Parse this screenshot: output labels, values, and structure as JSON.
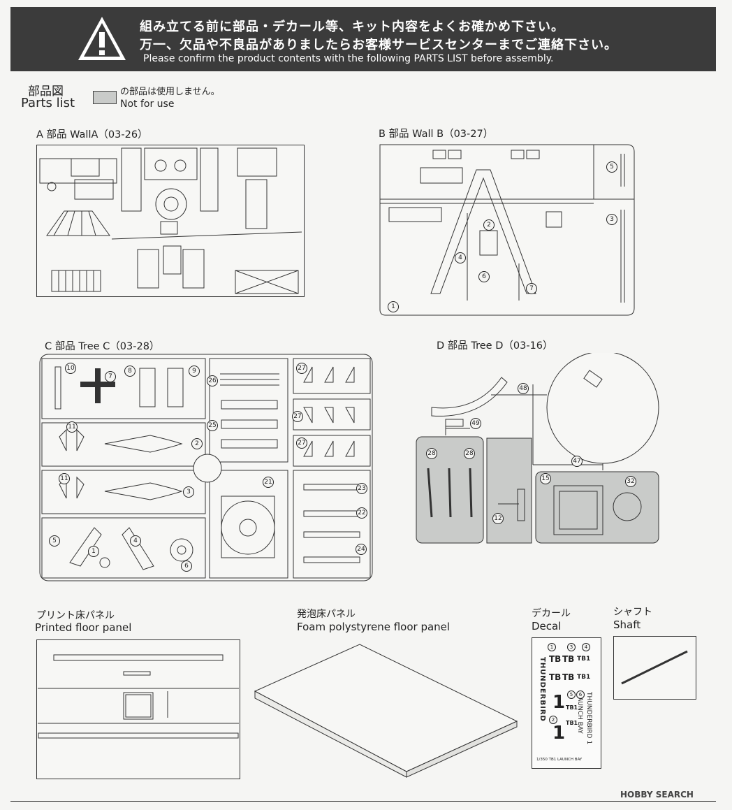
{
  "banner": {
    "line1": "組み立てる前に部品・デカール等、キット内容をよくお確かめ下さい。",
    "line2": "万一、欠品や不良品がありましたらお客様サービスセンターまでご連絡下さい。",
    "line3": "Please confirm the product contents with the following PARTS LIST before assembly."
  },
  "parts_list": {
    "title_jp": "部品図",
    "title_en": "Parts list",
    "not_for_use_jp": "の部品は使用しません。",
    "not_for_use_en": "Not for use"
  },
  "sections": {
    "wall_a": "A 部品 WallA（03-26）",
    "wall_b": "B 部品 Wall B（03-27）",
    "tree_c": "C 部品 Tree C（03-28）",
    "tree_d": "D 部品 Tree D（03-16）"
  },
  "wall_b_parts": [
    "1",
    "2",
    "3",
    "4",
    "5",
    "6",
    "7"
  ],
  "tree_c_parts": [
    "10",
    "7",
    "8",
    "9",
    "26",
    "27",
    "11",
    "2",
    "25",
    "27",
    "11",
    "3",
    "21",
    "27",
    "23",
    "22",
    "5",
    "1",
    "4",
    "6",
    "24"
  ],
  "tree_d_parts": [
    "48",
    "49",
    "47",
    "28",
    "28",
    "12",
    "15",
    "32"
  ],
  "floor": {
    "printed_jp": "プリント床パネル",
    "printed_en": "Printed floor panel",
    "foam_jp": "発泡床パネル",
    "foam_en": "Foam polystyrene floor panel"
  },
  "decal": {
    "label_jp": "デカール",
    "label_en": "Decal",
    "vertical1": "THUNDERBIRD",
    "vertical2": "THUNDERBIRD 1",
    "vertical3": "LAUNCH BAY",
    "tb": "TB",
    "tb1": "TB1",
    "one": "1",
    "caption": "1/350 TB1 LAUNCH BAY",
    "nums": [
      "1",
      "3",
      "4",
      "5",
      "6",
      "2"
    ]
  },
  "shaft": {
    "label_jp": "シャフト",
    "label_en": "Shaft"
  },
  "watermark": "HOBBY SEARCH",
  "colors": {
    "banner": "#3b3b3b",
    "not_for_use": "#c9cbc9",
    "line": "#333333"
  }
}
